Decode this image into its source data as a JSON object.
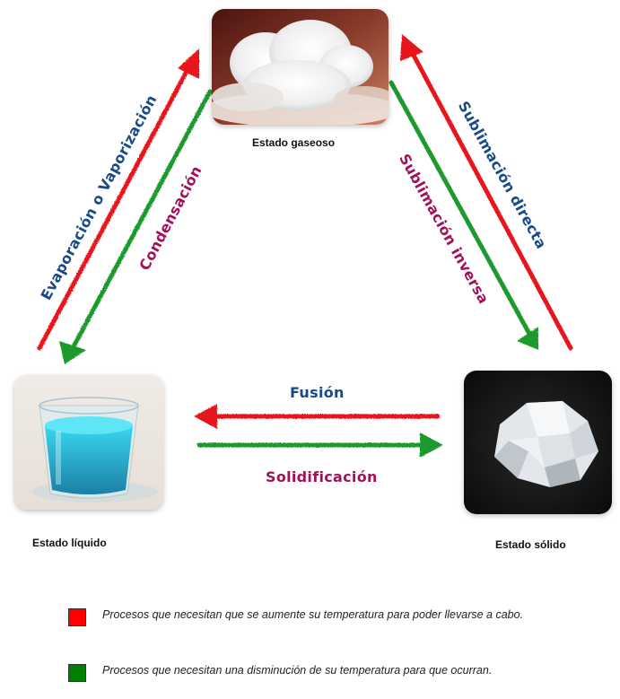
{
  "states": {
    "gas": {
      "label": "Estado gaseoso",
      "image": "smoke-cloud"
    },
    "liquid": {
      "label": "Estado líquido",
      "image": "glass-of-blue-liquid"
    },
    "solid": {
      "label": "Estado sólido",
      "image": "ice-crystals"
    }
  },
  "processes": {
    "evaporation": {
      "label": "Evaporación o Vaporización",
      "color": "#1a4a86"
    },
    "condensation": {
      "label": "Condensación",
      "color": "#a3105a"
    },
    "sublimation_direct": {
      "label": "Sublimación directa",
      "color": "#1a4a86"
    },
    "sublimation_inverse": {
      "label": "Sublimación inversa",
      "color": "#a3105a"
    },
    "fusion": {
      "label": "Fusión",
      "color": "#1a4a86"
    },
    "solidification": {
      "label": "Solidificación",
      "color": "#a3105a"
    }
  },
  "arrow_colors": {
    "heat": "#e8161a",
    "cool": "#1e9a2e"
  },
  "legend": [
    {
      "color": "#ff0000",
      "text": "Procesos que necesitan que se aumente su temperatura para poder llevarse a cabo."
    },
    {
      "color": "#008000",
      "text": "Procesos que necesitan una disminución de su temperatura para que ocurran."
    }
  ]
}
